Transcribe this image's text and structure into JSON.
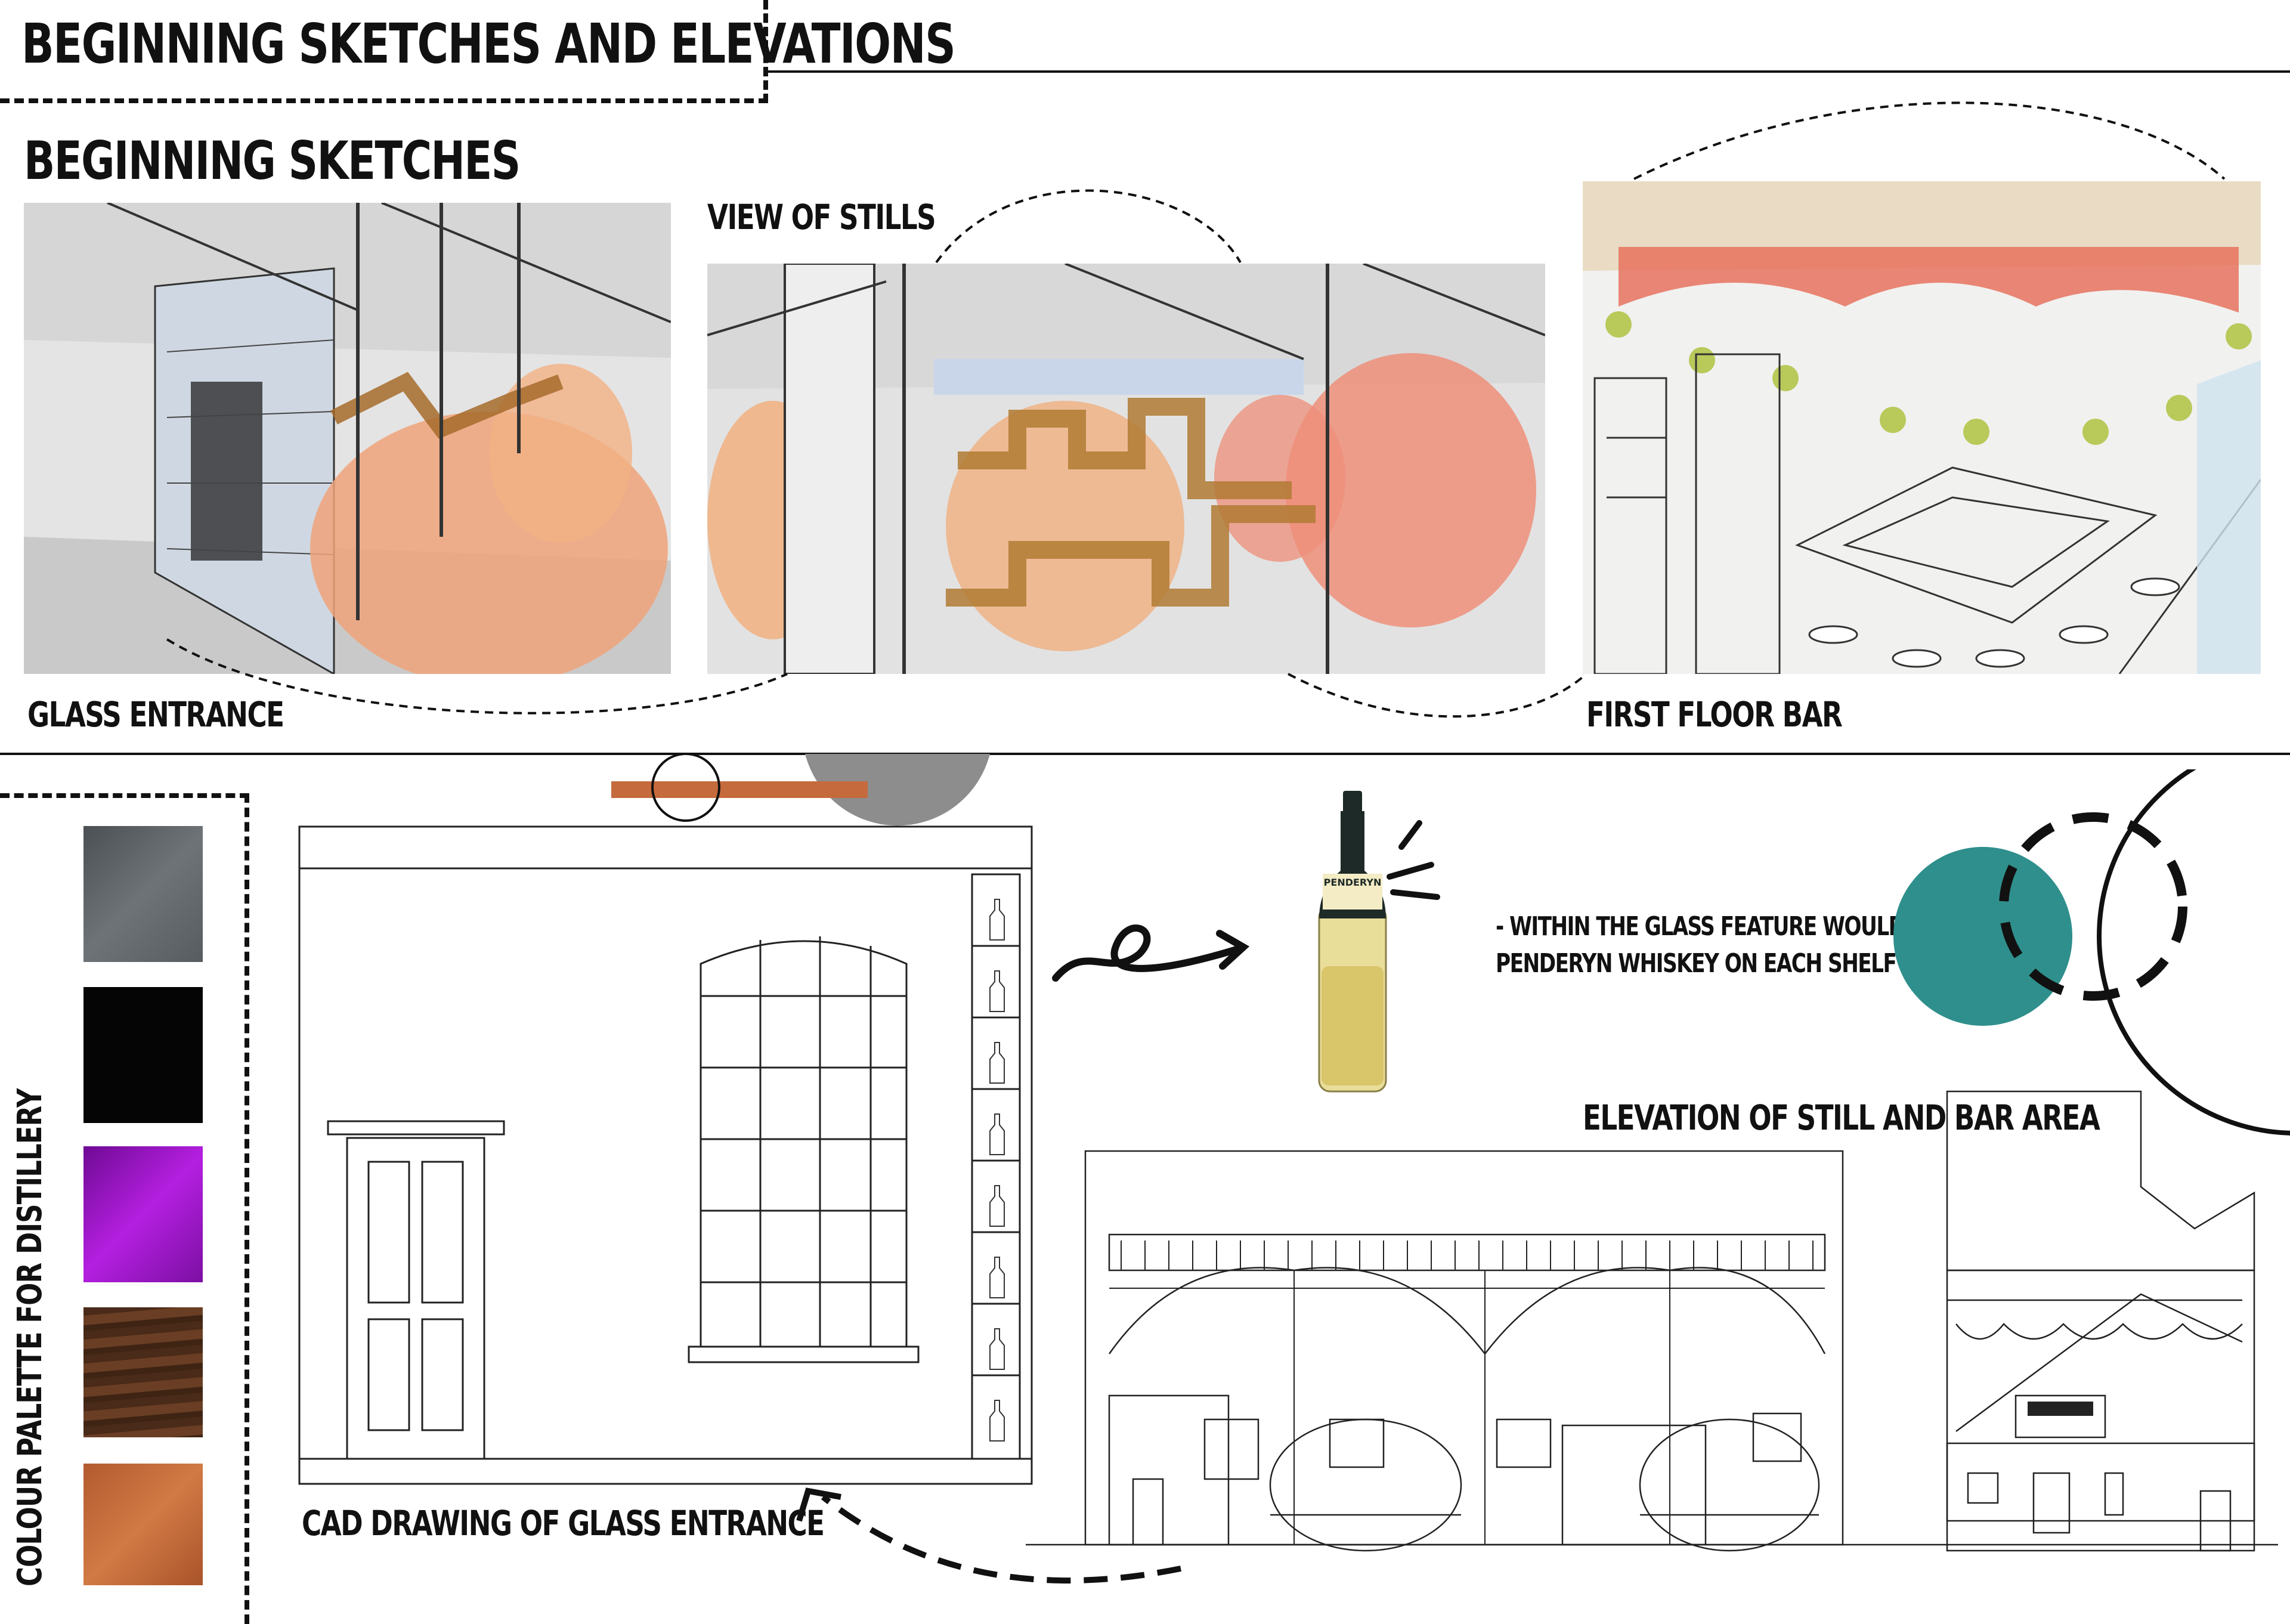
{
  "header": {
    "title": "BEGINNING SKETCHES AND ELEVATIONS"
  },
  "sketches_section": {
    "heading": "BEGINNING SKETCHES",
    "captions": {
      "glass_entrance": "GLASS ENTRANCE",
      "view_of_stills": "VIEW OF STILLS",
      "first_floor_bar": "FIRST FLOOR BAR"
    }
  },
  "palette": {
    "label": "COLOUR PALETTE FOR DISTILLERY",
    "swatches": [
      {
        "name": "slate grey",
        "color": "#5f6468"
      },
      {
        "name": "black",
        "color": "#050505"
      },
      {
        "name": "violet",
        "color": "#9b16c9"
      },
      {
        "name": "walnut",
        "color": "#5a3420"
      },
      {
        "name": "copper",
        "color": "#c2683a"
      }
    ]
  },
  "cad": {
    "caption": "CAD DRAWING OF GLASS ENTRANCE"
  },
  "bottle": {
    "brand": "PENDERYN"
  },
  "note": {
    "line1": "- WITHIN THE GLASS FEATURE WOULD BE",
    "line2": "PENDERYN WHISKEY ON EACH SHELF"
  },
  "elevation": {
    "caption": "ELEVATION OF STILL AND BAR AREA"
  },
  "accent_colors": {
    "copper": "#c56a3c",
    "teal": "#2f8f8c",
    "concrete": "#8a8a8a"
  }
}
